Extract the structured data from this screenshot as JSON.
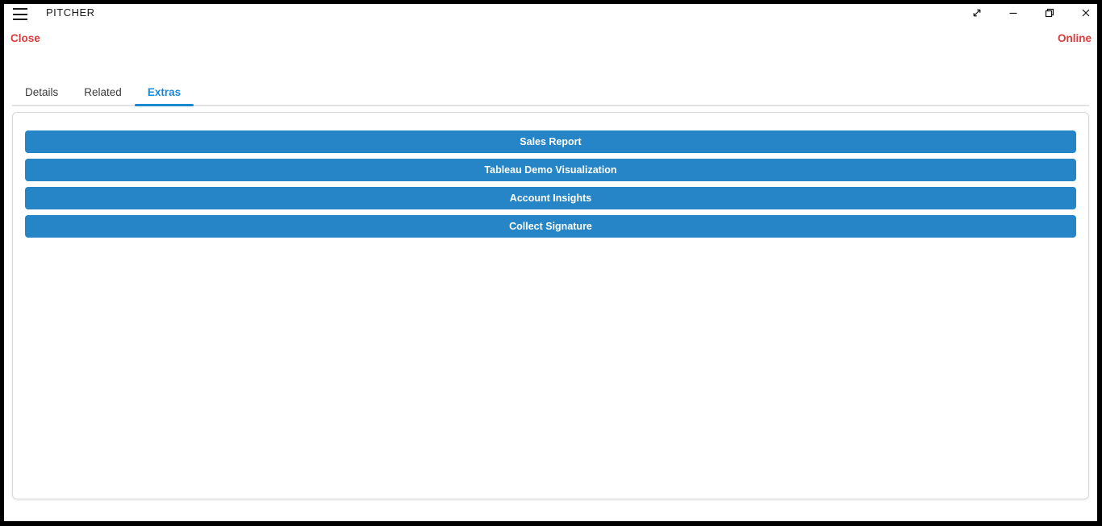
{
  "titlebar": {
    "title": "PITCHER",
    "icons": {
      "menu": "hamburger-icon",
      "expand": "expand-diagonal-icon",
      "minimize": "minimize-icon",
      "restore": "restore-window-icon",
      "close": "close-x-icon"
    }
  },
  "statusrow": {
    "close_label": "Close",
    "online_label": "Online"
  },
  "tabs": [
    {
      "label": "Details",
      "active": false
    },
    {
      "label": "Related",
      "active": false
    },
    {
      "label": "Extras",
      "active": true
    }
  ],
  "extras_panel": {
    "buttons": [
      {
        "label": "Sales Report"
      },
      {
        "label": "Tableau Demo Visualization"
      },
      {
        "label": "Account Insights"
      },
      {
        "label": "Collect Signature"
      }
    ]
  },
  "colors": {
    "accent_blue": "#1e87d2",
    "button_blue": "#2585c6",
    "status_red": "#d93a3a",
    "window_border": "#000000",
    "tab_rule_gray": "#e2e2e2"
  }
}
